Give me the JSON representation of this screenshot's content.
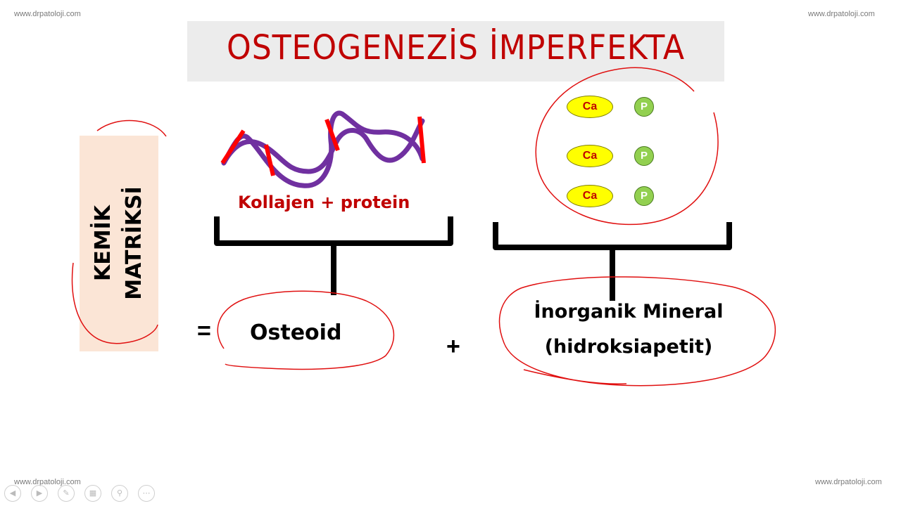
{
  "watermark": {
    "top_left": "www.drpatoloji.com",
    "top_right": "www.drpatoloji.com",
    "bottom_left": "www.drpatoloji.com",
    "bottom_right": "www.drpatoloji.com"
  },
  "slide": {
    "title": "OSTEOGENEZİS İMPERFEKTA",
    "side_label_line1": "KEMİK",
    "side_label_line2": "MATRİKSİ",
    "collagen_label": "Kollajen + protein",
    "equals": "=",
    "osteoid": "Osteoid",
    "plus": "+",
    "mineral_line1": "İnorganik Mineral",
    "mineral_line2": "(hidroksiapetit)",
    "ions": [
      {
        "ca": "Ca",
        "p": "P"
      },
      {
        "ca": "Ca",
        "p": "P"
      },
      {
        "ca": "Ca",
        "p": "P"
      }
    ]
  },
  "colors": {
    "title_red": "#c00000",
    "annotation_red": "#e01010",
    "collagen_purple": "#7030a0",
    "crosslink_red": "#ff0000",
    "side_box": "#fbe5d6",
    "ca_yellow": "#ffff00",
    "p_green": "#92d050"
  },
  "player_controls": [
    "prev-icon",
    "next-icon",
    "pen-icon",
    "grid-icon",
    "zoom-icon",
    "more-icon"
  ]
}
